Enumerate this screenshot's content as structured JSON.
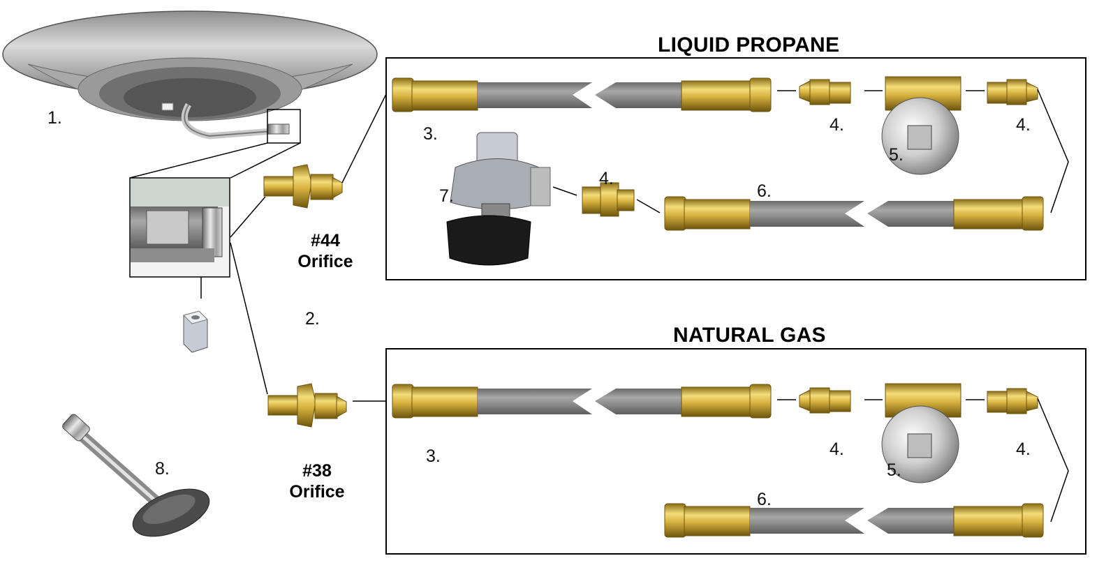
{
  "sections": {
    "propane_title": "LIQUID PROPANE",
    "natural_title": "NATURAL GAS"
  },
  "callouts": {
    "burner_pan": "1.",
    "orifice_group": "2.",
    "hose_lp": "3.",
    "hose_ng": "3.",
    "adapter": "4.",
    "valve": "5.",
    "long_hose": "6.",
    "regulator": "7.",
    "key": "8."
  },
  "orifices": {
    "lp_line1": "#44",
    "lp_line2": "Orifice",
    "ng_line1": "#38",
    "ng_line2": "Orifice"
  },
  "colors": {
    "brass": "#d6b341",
    "hose": "#8a8a8a",
    "steel": "#b9b9b9",
    "knob": "#1f1f1f"
  }
}
